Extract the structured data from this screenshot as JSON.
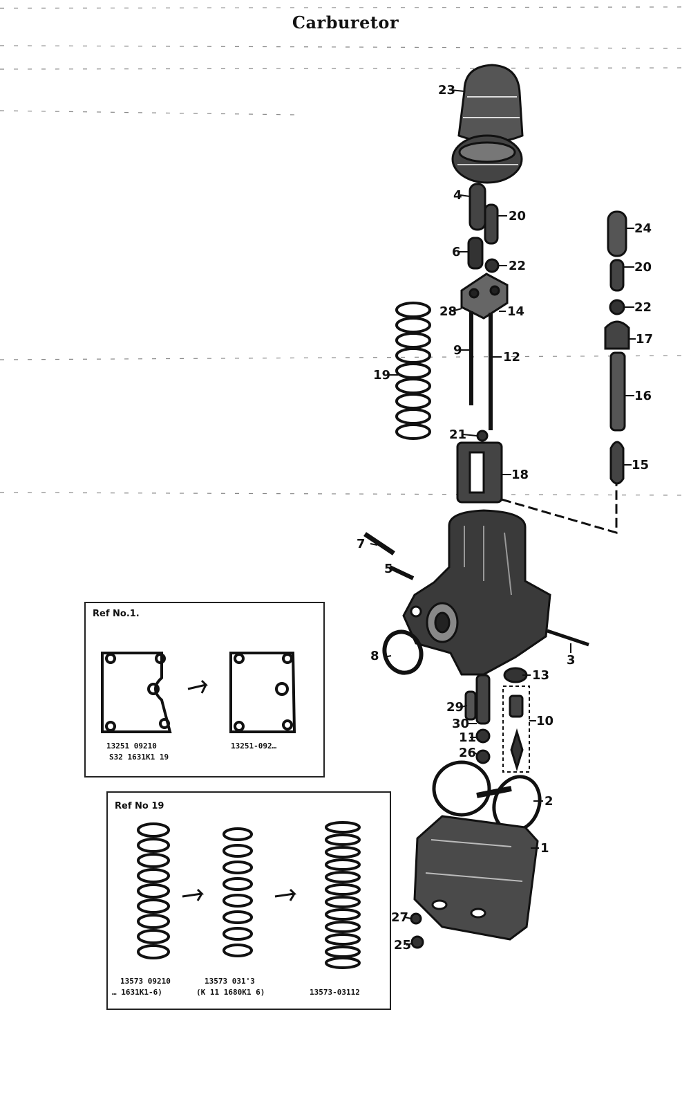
{
  "title": "Carburetor",
  "callouts": {
    "c23": "23",
    "c4": "4",
    "c20a": "20",
    "c6": "6",
    "c22a": "22",
    "c28": "28",
    "c14": "14",
    "c9": "9",
    "c12": "12",
    "c19": "19",
    "c21": "21",
    "c18": "18",
    "c24": "24",
    "c20b": "20",
    "c22b": "22",
    "c17": "17",
    "c16": "16",
    "c15": "15",
    "c7": "7",
    "c5": "5",
    "c8": "8",
    "c3": "3",
    "c13": "13",
    "c29": "29",
    "c10": "10",
    "c30": "30",
    "c11": "11",
    "c26": "26",
    "c2": "2",
    "c1": "1",
    "c27": "27",
    "c25": "25"
  },
  "ref1": {
    "title": "Ref No.1.",
    "old_part": "13251 09210",
    "old_note": "S32 1631K1 19",
    "new_part": "13251-092…"
  },
  "ref19": {
    "title": "Ref No 19",
    "part_a": "13573 09210",
    "note_a": "… 1631K1-6)",
    "part_b": "13573 031'3",
    "note_b": "(K 11 1680K1 6)",
    "part_c": "13573-03112"
  }
}
